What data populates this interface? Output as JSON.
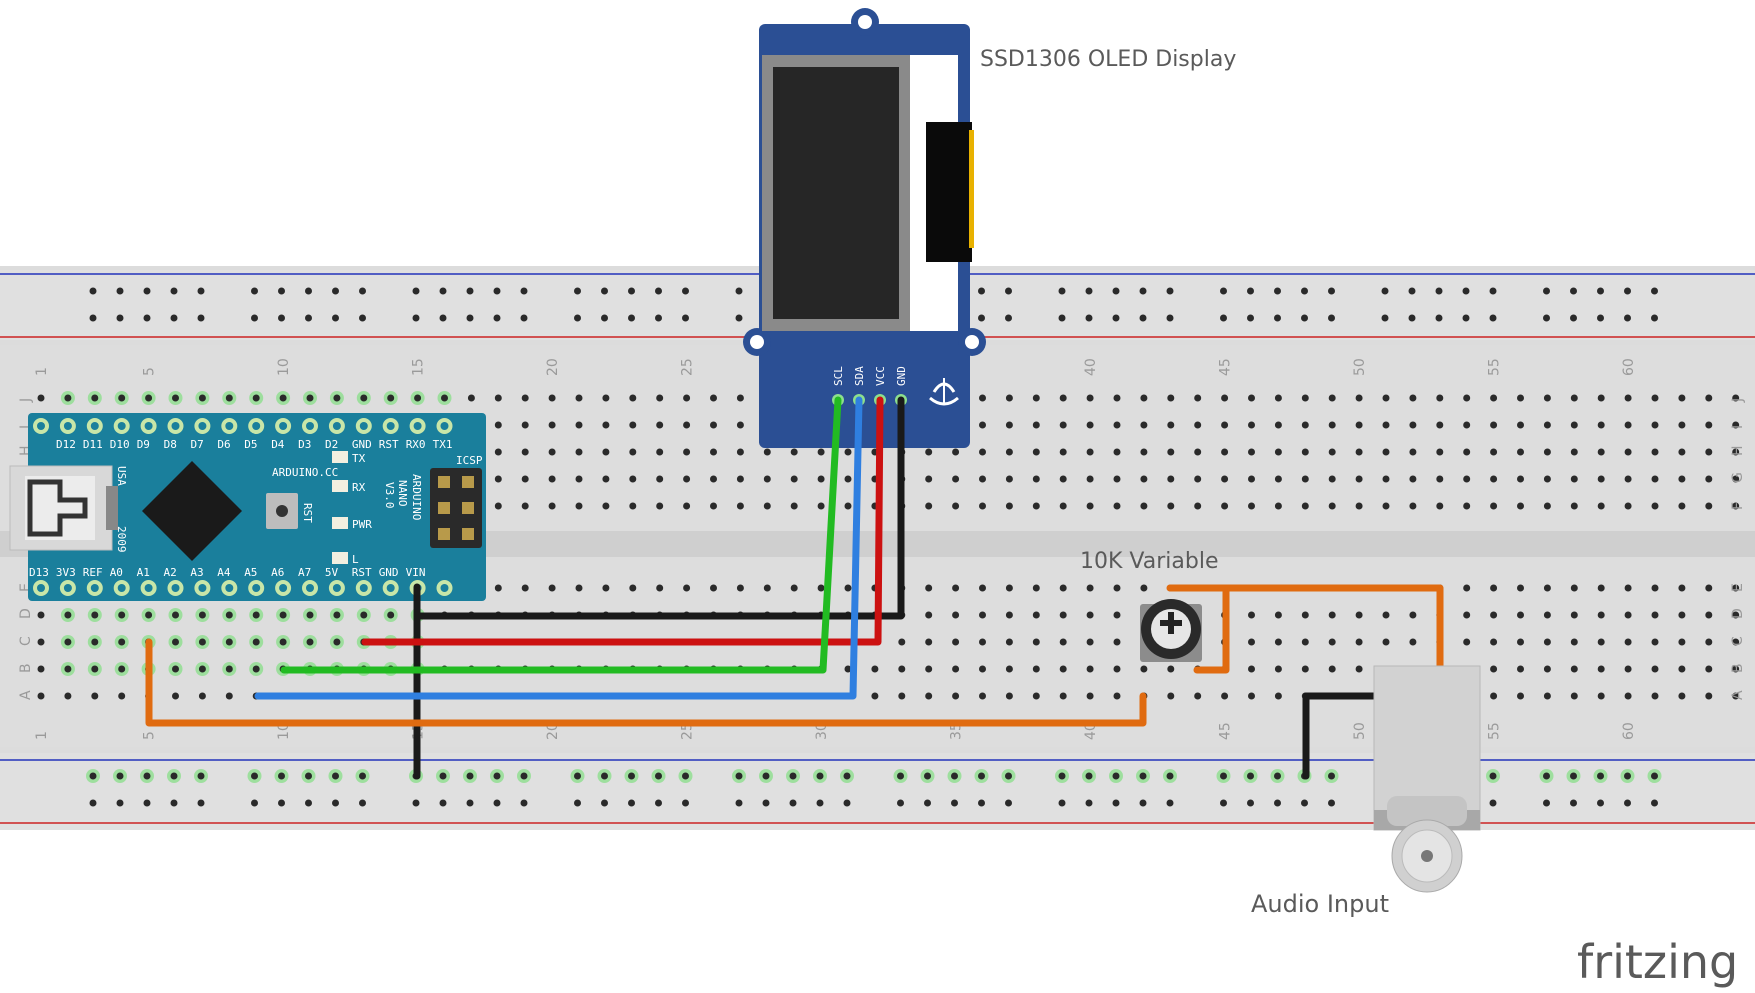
{
  "labels": {
    "oled": "SSD1306 OLED Display",
    "pot": "10K Variable",
    "audio": "Audio Input",
    "logo": "fritzing"
  },
  "oled_pins": [
    "SCL",
    "SDA",
    "VCC",
    "GND"
  ],
  "nano": {
    "top_pins": [
      "D12",
      "D11",
      "D10",
      "D9",
      "D8",
      "D7",
      "D6",
      "D5",
      "D4",
      "D3",
      "D2",
      "GND",
      "RST",
      "RX0",
      "TX1"
    ],
    "bottom_pins": [
      "D13",
      "3V3",
      "REF",
      "A0",
      "A1",
      "A2",
      "A3",
      "A4",
      "A5",
      "A6",
      "A7",
      "5V",
      "RST",
      "GND",
      "VIN"
    ],
    "brand": "ARDUINO.CC",
    "model": [
      "ARDUINO",
      "NANO",
      "V3.0"
    ],
    "icsp": "ICSP",
    "usa": "USA",
    "year": "2009",
    "rst": "RST",
    "leds": [
      "TX",
      "RX",
      "PWR",
      "L"
    ]
  },
  "breadboard": {
    "column_numbers": [
      "1",
      "5",
      "10",
      "15",
      "20",
      "25",
      "30",
      "35",
      "40",
      "45",
      "50",
      "55",
      "60"
    ],
    "row_letters_top": [
      "J",
      "I",
      "H",
      "G",
      "F"
    ],
    "row_letters_bottom": [
      "E",
      "D",
      "C",
      "B",
      "A"
    ]
  },
  "colors": {
    "wire_black": "#1a1a1a",
    "wire_red": "#cc1111",
    "wire_green": "#22bb22",
    "wire_blue": "#2f7fe0",
    "wire_orange": "#e06b10",
    "oled_pcb": "#2b4f94",
    "nano_pcb": "#1a7f9c",
    "breadboard": "#dcdcdc",
    "rail_blue": "#2233bb",
    "rail_red": "#cc2222"
  }
}
